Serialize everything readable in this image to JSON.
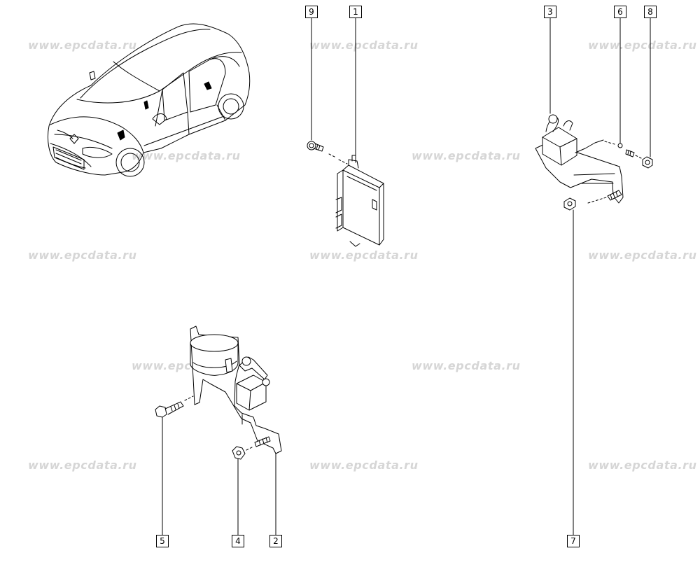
{
  "watermark": "www.epcdata.ru",
  "callouts": {
    "c1": "1",
    "c2": "2",
    "c3": "3",
    "c4": "4",
    "c5": "5",
    "c6": "6",
    "c7": "7",
    "c8": "8",
    "c9": "9"
  }
}
